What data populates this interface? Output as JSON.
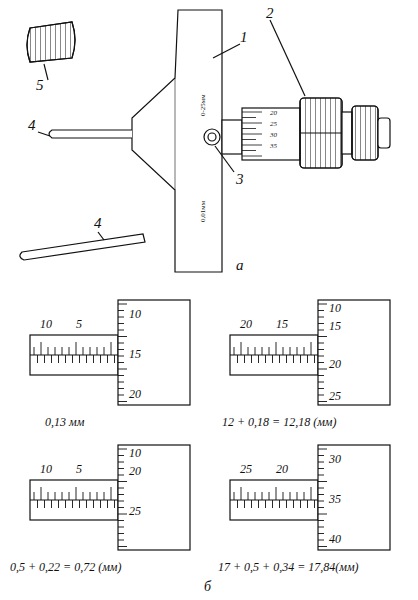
{
  "diagram": {
    "labels": [
      "5",
      "4",
      "1",
      "2",
      "3",
      "4",
      "а",
      "0-25мм",
      "0,01мм",
      "20",
      "25",
      "30",
      "35",
      "10",
      "5",
      "10",
      "15",
      "20",
      "0,13 мм",
      "20",
      "15",
      "10",
      "15",
      "20",
      "25",
      "12 + 0,18 = 12,18 (мм)",
      "10",
      "5",
      "10",
      "20",
      "25",
      "0,5 + 0,22 = 0,72 (мм)",
      "25",
      "20",
      "30",
      "35",
      "40",
      "17 + 0,5 + 0,34 = 17,84(мм)",
      "б"
    ]
  }
}
